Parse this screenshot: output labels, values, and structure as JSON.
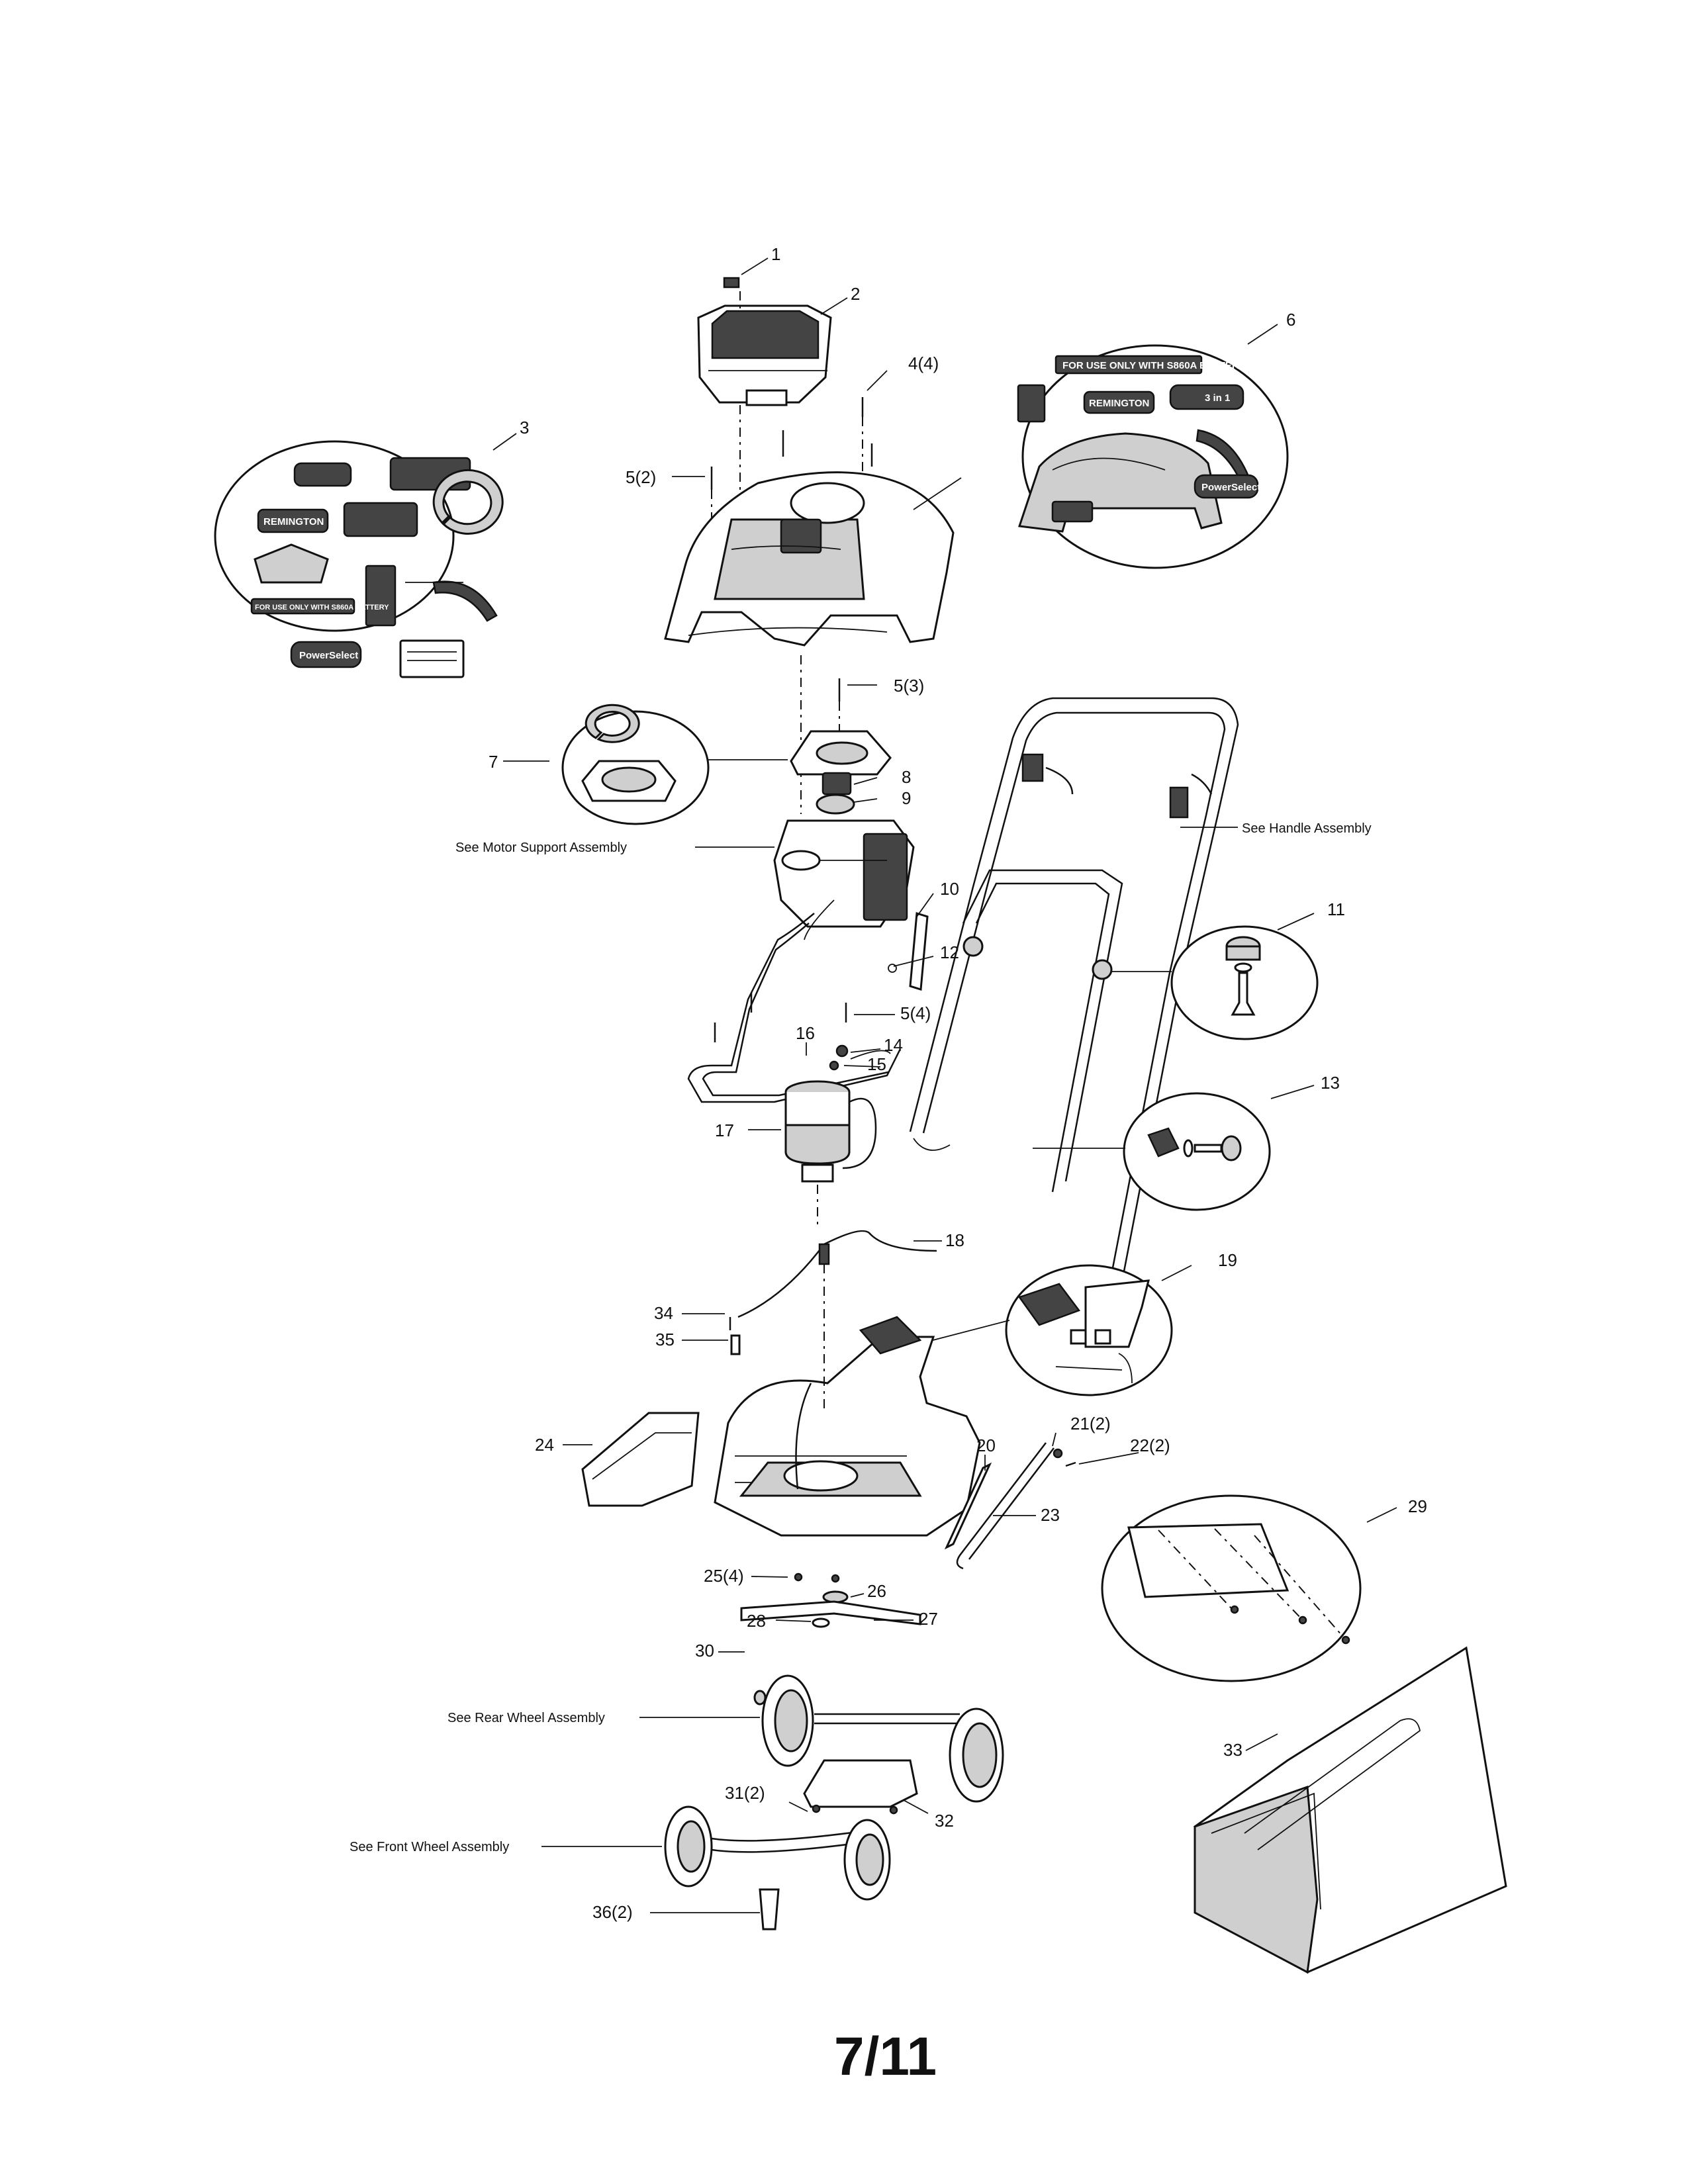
{
  "callouts": {
    "c1": "1",
    "c2": "2",
    "c3": "3",
    "c4": "4(4)",
    "c5a": "5(2)",
    "c5b": "5(3)",
    "c5c": "5(4)",
    "c6": "6",
    "c7": "7",
    "c8": "8",
    "c9": "9",
    "c10": "10",
    "c11": "11",
    "c12": "12",
    "c13": "13",
    "c14": "14",
    "c15": "15",
    "c16": "16",
    "c17": "17",
    "c18": "18",
    "c19": "19",
    "c20": "20",
    "c21": "21(2)",
    "c22": "22(2)",
    "c23": "23",
    "c24": "24",
    "c25": "25(4)",
    "c26": "26",
    "c27": "27",
    "c28": "28",
    "c29": "29",
    "c30": "30",
    "c31": "31(2)",
    "c32": "32",
    "c33": "33",
    "c34": "34",
    "c35": "35",
    "c36": "36(2)"
  },
  "references": {
    "motor_support": "See Motor Support Assembly",
    "handle": "See Handle Assembly",
    "rear_wheel": "See Rear Wheel Assembly",
    "front_wheel": "See Front Wheel Assembly"
  },
  "decals": {
    "battery_warning": "FOR USE ONLY WITH S860A BATTERY",
    "brand": "REMINGTON",
    "mower_badge": "3 in 1",
    "power_select": "PowerSelect"
  },
  "page_number": "7/11"
}
